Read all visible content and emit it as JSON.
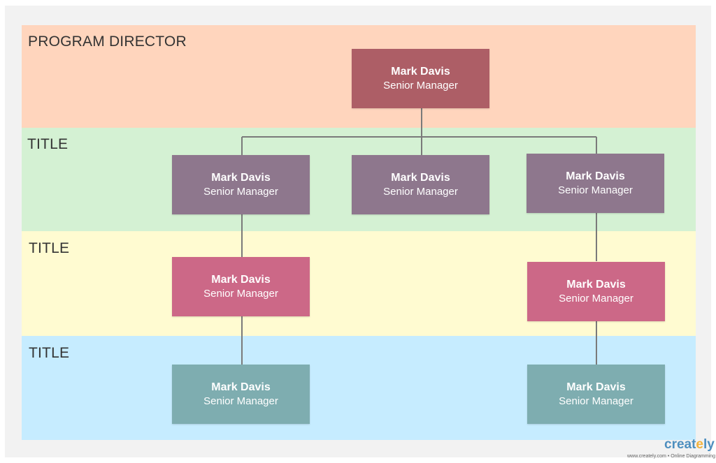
{
  "bands": [
    {
      "label": "PROGRAM DIRECTOR",
      "color": "#ffd5bd"
    },
    {
      "label": "TITLE",
      "color": "#d4f1d3"
    },
    {
      "label": "TITLE",
      "color": "#fffbd1"
    },
    {
      "label": "TITLE",
      "color": "#c6ecff"
    }
  ],
  "nodes": {
    "director": {
      "name": "Mark Davis",
      "role": "Senior Manager",
      "color": "#ad5e66"
    },
    "l2_left": {
      "name": "Mark Davis",
      "role": "Senior Manager",
      "color": "#8e778d"
    },
    "l2_mid": {
      "name": "Mark Davis",
      "role": "Senior Manager",
      "color": "#8e778d"
    },
    "l2_right": {
      "name": "Mark Davis",
      "role": "Senior Manager",
      "color": "#8e778d"
    },
    "l3_left": {
      "name": "Mark Davis",
      "role": "Senior Manager",
      "color": "#cc6887"
    },
    "l3_right": {
      "name": "Mark Davis",
      "role": "Senior Manager",
      "color": "#cc6887"
    },
    "l4_left": {
      "name": "Mark Davis",
      "role": "Senior Manager",
      "color": "#7eadb0"
    },
    "l4_right": {
      "name": "Mark Davis",
      "role": "Senior Manager",
      "color": "#7eadb0"
    }
  },
  "connector_color": "#7a7a7a",
  "branding": {
    "logo_main": "creat",
    "logo_accent": "e",
    "logo_end": "ly",
    "tagline": "www.creately.com • Online Diagramming"
  }
}
